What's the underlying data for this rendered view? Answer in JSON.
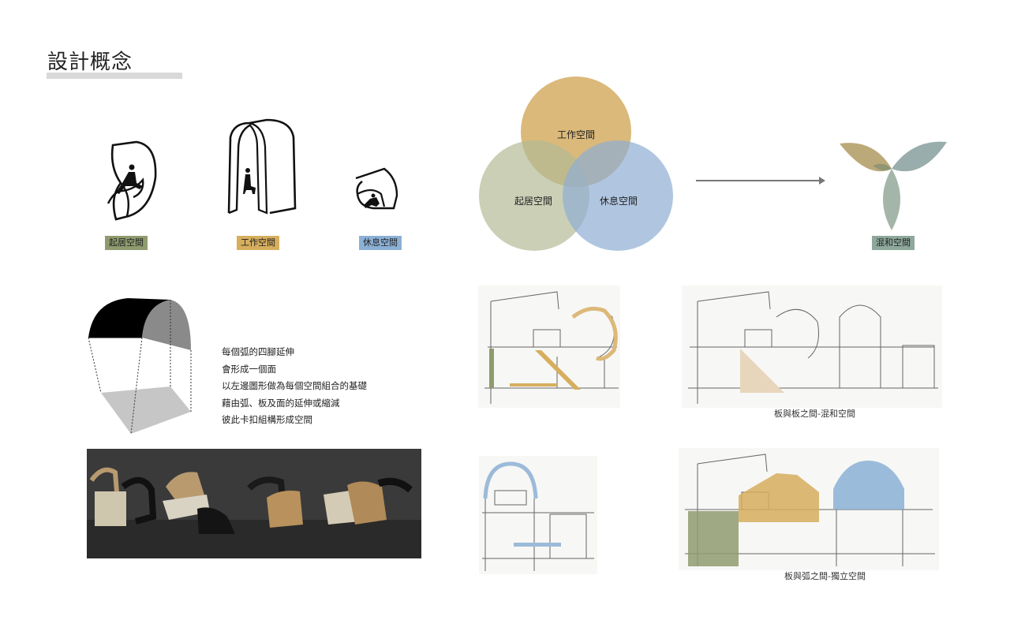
{
  "page": {
    "title": "設計概念"
  },
  "colors": {
    "living": "#8f9b6e",
    "work": "#d6ae5e",
    "rest": "#8bb0d6",
    "mixed": "#8ea89c",
    "work_circle": "#dcb978",
    "living_circle": "#c8ccb2",
    "rest_circle": "#9cbad9"
  },
  "sketch_labels": {
    "living": "起居空間",
    "work": "工作空間",
    "rest": "休息空間"
  },
  "venn": {
    "work": "工作空間",
    "living": "起居空間",
    "rest": "休息空間"
  },
  "mixed_label": "混和空間",
  "concept_lines": [
    "每個弧的四腳延伸",
    "會形成一個面",
    "以左邊圖形做為每個空間組合的基礎",
    "藉由弧、板及面的延伸或縮減",
    "彼此卡扣組構形成空間"
  ],
  "captions": {
    "top": "板與板之間-混和空間",
    "bottom": "板與弧之間-獨立空間"
  }
}
